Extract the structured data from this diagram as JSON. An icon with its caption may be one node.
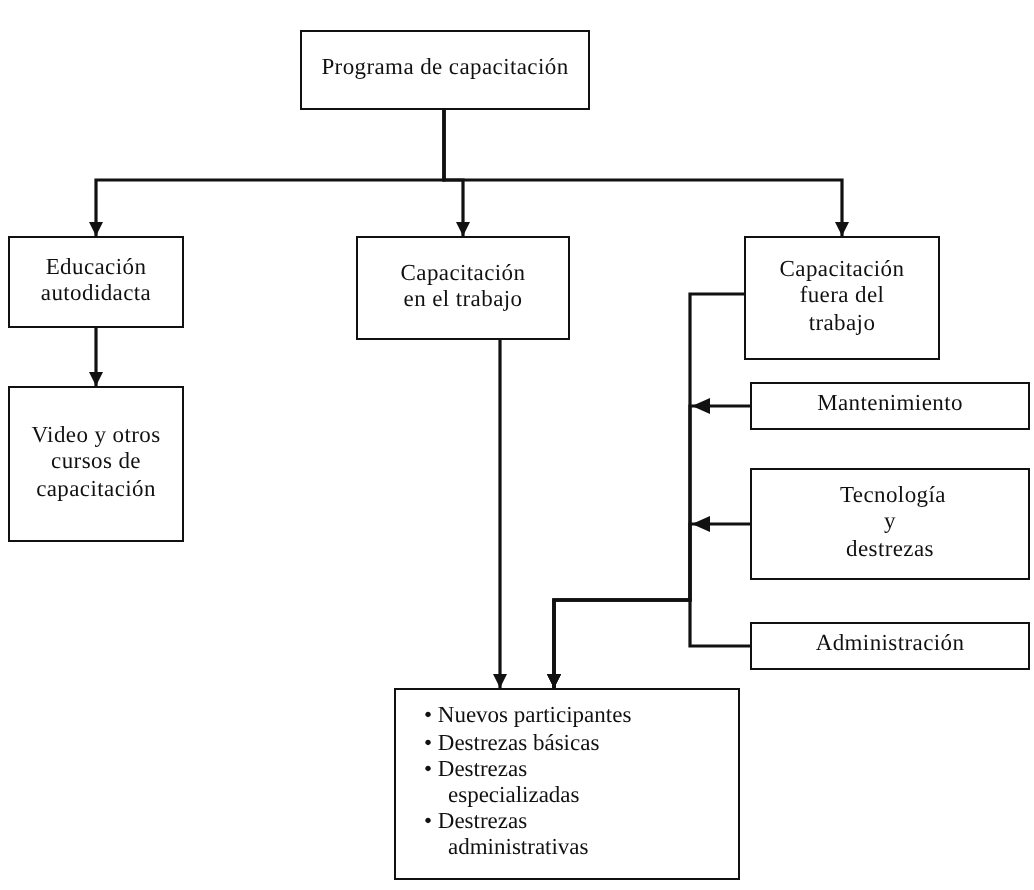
{
  "diagram": {
    "nodes": [
      {
        "text": [
          "Programa de capacitación"
        ]
      },
      {
        "text": [
          "Educación autodidacta"
        ]
      },
      {
        "text": [
          "Capacitación en el trabajo"
        ]
      },
      {
        "text": [
          "Capacitación fuera del trabajo"
        ]
      },
      {
        "text": [
          "Video y otros cursos de capacitación"
        ]
      },
      {
        "text": [
          "Mantenimiento"
        ]
      },
      {
        "text": [
          "Tecnología y destrezas"
        ]
      },
      {
        "text": [
          "Administración"
        ]
      },
      {
        "text": [
          "• Nuevos participantes",
          "• Destrezas básicas",
          "• Destrezas especializadas",
          "• Destrezas administrativas"
        ]
      }
    ],
    "edges": [
      {
        "from": 0,
        "to": 1,
        "arrow": "to"
      },
      {
        "from": 0,
        "to": 2,
        "arrow": "to"
      },
      {
        "from": 0,
        "to": 3,
        "arrow": "to"
      },
      {
        "from": 1,
        "to": 4,
        "arrow": "to"
      },
      {
        "from": 2,
        "to": 8,
        "arrow": "to"
      },
      {
        "from": 3,
        "to": 8,
        "arrow": "to"
      },
      {
        "from": 5,
        "to": 8,
        "arrow": "to"
      },
      {
        "from": 6,
        "to": 8,
        "arrow": "to"
      },
      {
        "from": 7,
        "to": 8,
        "arrow": "to"
      }
    ]
  }
}
